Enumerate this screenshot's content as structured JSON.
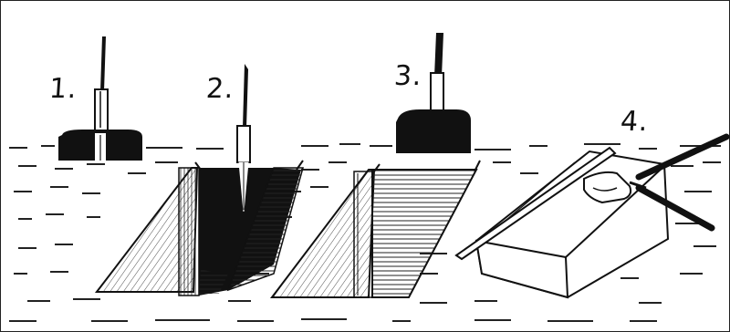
{
  "figure": {
    "steps": [
      {
        "label": "1."
      },
      {
        "label": "2."
      },
      {
        "label": "3."
      },
      {
        "label": "4."
      }
    ],
    "ink_color": "#111111",
    "paper_color": "#ffffff"
  }
}
